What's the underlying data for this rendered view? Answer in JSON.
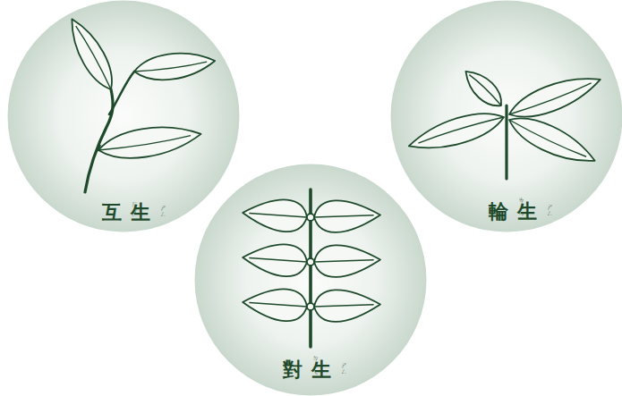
{
  "diagram": {
    "nodes": [
      {
        "text": [
          "互生"
        ]
      },
      {
        "text": [
          "輪生"
        ]
      },
      {
        "text": [
          "對生"
        ]
      }
    ],
    "labels": [
      "ㄏㄨˋ",
      "ㄕㄥ",
      "ㄌㄨㄣˊ",
      "ㄕㄥ",
      "ㄉㄨㄟˋ",
      "ㄕㄥ"
    ]
  }
}
